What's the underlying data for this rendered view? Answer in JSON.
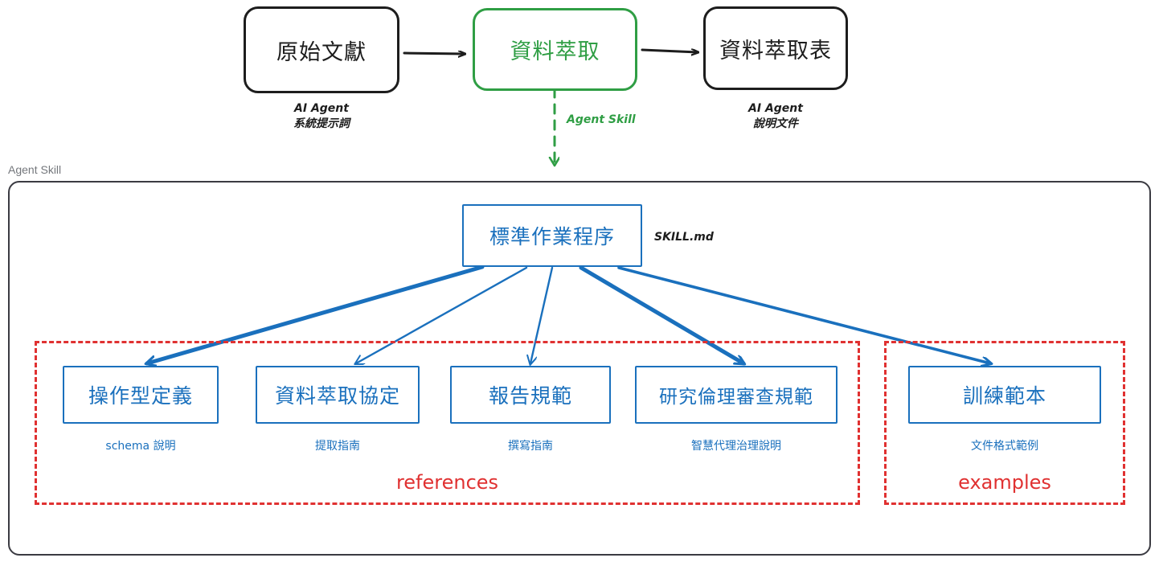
{
  "container": {
    "label": "Agent Skill"
  },
  "pipeline": {
    "nodes": [
      {
        "id": "source",
        "label": "原始文獻",
        "caption": "AI Agent\n系統提示詞",
        "accent": false
      },
      {
        "id": "extract",
        "label": "資料萃取",
        "caption": "",
        "accent": true
      },
      {
        "id": "table",
        "label": "資料萃取表",
        "caption": "AI Agent\n說明文件",
        "accent": false
      }
    ],
    "skill_link_label": "Agent Skill"
  },
  "skill": {
    "label": "標準作業程序",
    "file_label": "SKILL.md"
  },
  "resources": [
    {
      "id": "operational-definition",
      "label": "操作型定義",
      "caption": "schema 說明",
      "group": "references"
    },
    {
      "id": "extraction-protocol",
      "label": "資料萃取協定",
      "caption": "提取指南",
      "group": "references"
    },
    {
      "id": "reporting-standard",
      "label": "報告規範",
      "caption": "撰寫指南",
      "group": "references"
    },
    {
      "id": "ethics-review-standard",
      "label": "研究倫理審查規範",
      "caption": "智慧代理治理說明",
      "group": "references"
    },
    {
      "id": "training-template",
      "label": "訓練範本",
      "caption": "文件格式範例",
      "group": "examples"
    }
  ],
  "groups": [
    {
      "id": "references",
      "label": "references"
    },
    {
      "id": "examples",
      "label": "examples"
    }
  ],
  "colors": {
    "ink": "#1d1d1d",
    "accent_green": "#2f9e44",
    "accent_blue": "#1a70bd",
    "accent_red": "#e03131",
    "container_border": "#3b3b42",
    "container_label": "#74777c"
  }
}
